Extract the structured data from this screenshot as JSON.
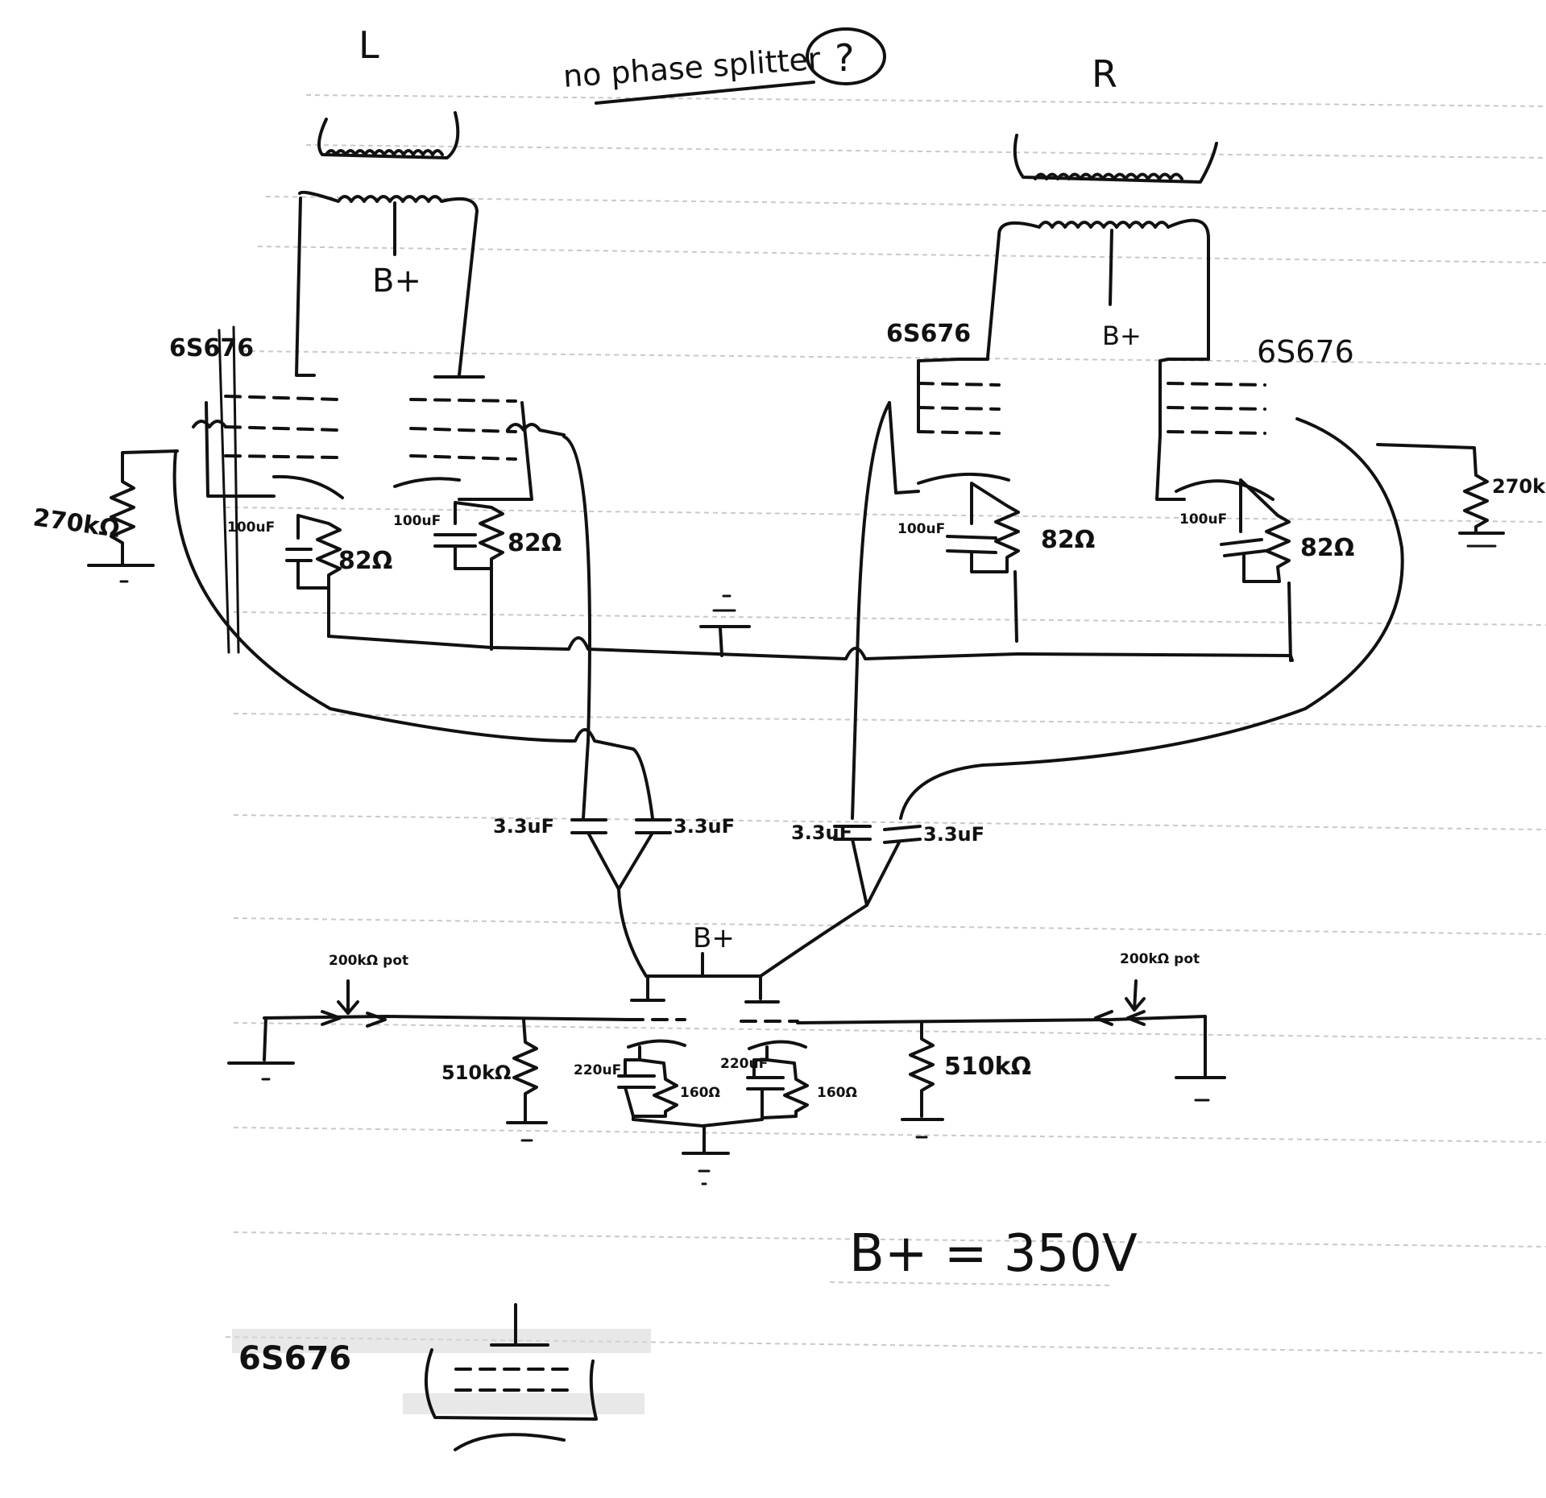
{
  "channels": {
    "left": "L",
    "right": "R"
  },
  "note": {
    "text": "no phase splitter",
    "mark": "?"
  },
  "supply": {
    "bplus": "B+",
    "equation": "B+ = 350V"
  },
  "tubes": {
    "power_left_label": "6S676",
    "power_right_a_label": "6S676",
    "power_right_b_label": "6S676",
    "legend_label": "6S676"
  },
  "power_stage": {
    "grid_resistor_left": "270kΩ",
    "grid_resistor_right": "270k",
    "cathode_cap_1": "100uF",
    "cathode_res_1": "82Ω",
    "cathode_cap_2": "100uF",
    "cathode_res_2": "82Ω",
    "cathode_cap_3": "100uF",
    "cathode_res_3": "82Ω",
    "cathode_cap_4": "100uF",
    "cathode_res_4": "82Ω"
  },
  "coupling": {
    "cap_1": "3.3uF",
    "cap_2": "3.3uF",
    "cap_3": "3.3uF",
    "cap_4": "3.3uF"
  },
  "input_stage": {
    "pot_left": "200kΩ pot",
    "pot_right": "200kΩ pot",
    "grid_res_left": "510kΩ",
    "grid_res_right": "510kΩ",
    "cathode_cap_left": "220uF",
    "cathode_res_left": "160Ω",
    "cathode_cap_right": "220uF",
    "cathode_res_right": "160Ω"
  }
}
